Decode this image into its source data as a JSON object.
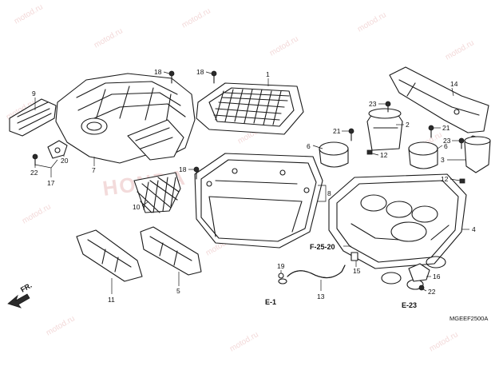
{
  "diagram": {
    "code": "MGEEF2500A",
    "watermark": "motod.ru",
    "logo": "HONDA",
    "fr_label": "FR.",
    "references": {
      "f2520": "F-25-20",
      "e1": "E-1",
      "e23": "E-23"
    },
    "parts": {
      "p1": "1",
      "p2": "2",
      "p3": "3",
      "p4": "4",
      "p5": "5",
      "p6": "6",
      "p7": "7",
      "p8": "8",
      "p9": "9",
      "p10": "10",
      "p11": "11",
      "p12a": "12",
      "p12b": "12",
      "p13": "13",
      "p14": "14",
      "p15": "15",
      "p16": "16",
      "p17": "17",
      "p18a": "18",
      "p18b": "18",
      "p18c": "18",
      "p19": "19",
      "p20": "20",
      "p21a": "21",
      "p21b": "21",
      "p22a": "22",
      "p22b": "22",
      "p23a": "23",
      "p23b": "23"
    }
  }
}
